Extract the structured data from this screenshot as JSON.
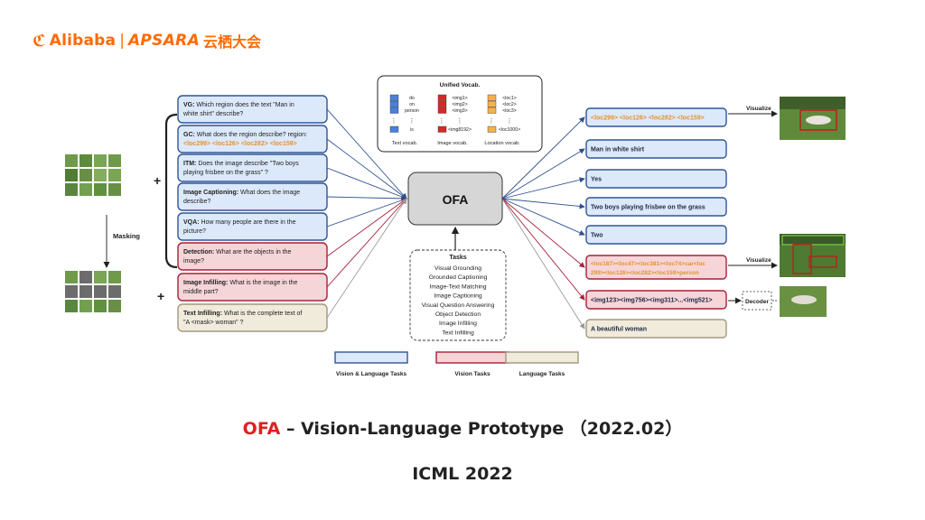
{
  "logo": {
    "brand": "Alibaba",
    "separator": "|",
    "product": "APSARA",
    "chinese": "云栖大会"
  },
  "diagram": {
    "vocab": {
      "title": "Unified Vocab.",
      "text_tokens": [
        "do",
        "on",
        "person",
        "is"
      ],
      "image_tokens": [
        "<img1>",
        "<img2>",
        "<img3>",
        "<img8192>"
      ],
      "location_tokens": [
        "<loc1>",
        "<loc2>",
        "<loc3>",
        "<loc1000>"
      ],
      "text_caption": "Text vocab.",
      "image_caption": "Image vocab.",
      "location_caption": "Location vocab.",
      "colors": {
        "text": "#4a7fe0",
        "image": "#d42a2a",
        "location": "#f4b24a"
      }
    },
    "center": "OFA",
    "masking_label": "Masking",
    "plus_sign": "+",
    "tasks_box": {
      "title": "Tasks",
      "items": [
        "Visual Grounding",
        "Grounded Captioning",
        "Image-Text Matching",
        "Image Captioning",
        "Visual Question Answering",
        "Object Detection",
        "Image Infilling",
        "Text Infilling"
      ]
    },
    "inputs": [
      {
        "type": "vl",
        "label": "VG:",
        "lines": [
          "Which region does the text \"Man in",
          "white shirt\" describe?"
        ]
      },
      {
        "type": "vl",
        "label": "GC:",
        "lines": [
          "What does the region describe? region:"
        ],
        "loc_line": "<loc299> <loc126> <loc282> <loc159>"
      },
      {
        "type": "vl",
        "label": "ITM:",
        "lines": [
          "Does the image describe \"Two boys",
          "playing frisbee on the grass\" ?"
        ]
      },
      {
        "type": "vl",
        "label": "Image Captioning:",
        "lines": [
          "What does the image",
          "describe?"
        ]
      },
      {
        "type": "vl",
        "label": "VQA:",
        "lines": [
          "How many people are there in the",
          "picture?"
        ]
      },
      {
        "type": "v",
        "label": "Detection:",
        "lines": [
          "What are the objects in the",
          "image?"
        ]
      },
      {
        "type": "v",
        "label": "Image Infilling:",
        "lines": [
          "What is the image in the",
          "middle part?"
        ]
      },
      {
        "type": "l",
        "label": "Text Infilling:",
        "lines": [
          "What is the complete text of",
          "\"A <mask> woman\" ?"
        ]
      }
    ],
    "outputs": [
      {
        "type": "vl",
        "text": "<loc299> <loc126> <loc282> <loc159>",
        "orange": true
      },
      {
        "type": "vl",
        "text": "Man in white shirt"
      },
      {
        "type": "vl",
        "text": "Yes"
      },
      {
        "type": "vl",
        "text": "Two boys playing frisbee on the grass"
      },
      {
        "type": "vl",
        "text": "Two"
      },
      {
        "type": "v",
        "line1": "<loc187><loc47><loc381><loc74>car<loc",
        "line2": "299><loc126><loc282><loc159>person"
      },
      {
        "type": "v",
        "text": "<img123><img756><img311>...<img521>"
      },
      {
        "type": "l",
        "text": "A beautiful woman"
      }
    ],
    "visualize_label": "Visualize",
    "decoder_label": "Decoder",
    "legend": [
      {
        "label": "Vision & Language Tasks",
        "fill": "#dce9fb",
        "stroke": "#2f5597"
      },
      {
        "label": "Vision Tasks",
        "fill": "#f6d5d8",
        "stroke": "#a8203a"
      },
      {
        "label": "Language Tasks",
        "fill": "#f1ebdc",
        "stroke": "#a09880"
      }
    ],
    "colors": {
      "vl_fill": "#dce9fb",
      "vl_stroke": "#2f5597",
      "v_fill": "#f6d5d8",
      "v_stroke": "#a8203a",
      "l_fill": "#f1ebdc",
      "l_stroke": "#a09880",
      "loc_text": "#e8902a",
      "line_blue": "#2d4f8f",
      "line_red": "#a8203a",
      "line_gray": "#999999"
    }
  },
  "title": {
    "ofa": "OFA",
    "rest": " – Vision-Language Prototype （2022.02）"
  },
  "venue": "ICML 2022"
}
